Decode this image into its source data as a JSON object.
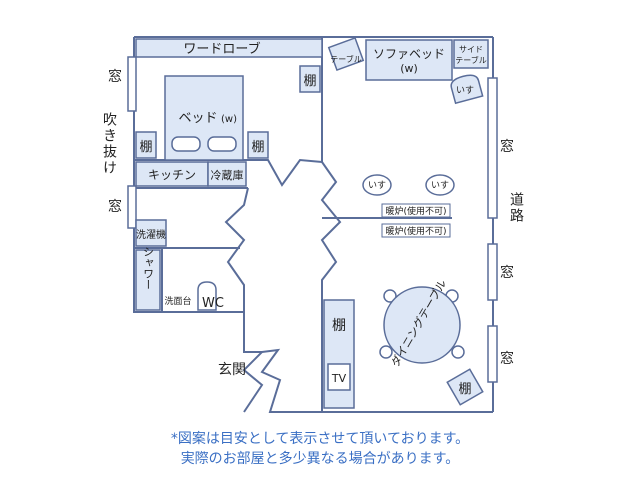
{
  "colors": {
    "wall": "#5a6d99",
    "fixture_fill": "#dde7f6",
    "window_fill": "#ffffff",
    "note": "#3a6fc4",
    "text": "#222222"
  },
  "labels": {
    "wardrobe": "ワードローブ",
    "sofa_bed": "ソファベッド",
    "sofa_bed_w": "(w)",
    "table_small": "テーブル",
    "side_table_1": "サイド",
    "side_table_2": "テーブル",
    "chair_sofa": "いす",
    "shelf_br_left": "棚",
    "bed": "ベッド",
    "bed_w": "(w)",
    "shelf_bed_left": "棚",
    "shelf_bed_right": "棚",
    "kitchen": "キッチン",
    "fridge": "冷蔵庫",
    "washer": "洗濯機",
    "shower": "シャワー",
    "wash_basin": "洗面台",
    "wc": "WC",
    "entrance": "玄関",
    "chair_1": "いす",
    "chair_2": "いす",
    "heater_1": "暖炉(使用不可)",
    "heater_2": "暖炉(使用不可)",
    "shelf_living": "棚",
    "tv": "TV",
    "dining_table": "ダイニングテーブル",
    "shelf_corner": "棚"
  },
  "side_labels": {
    "window_left_top": "窓",
    "atrium": "吹き抜け",
    "window_left_mid": "窓",
    "window_right_1": "窓",
    "road": "道路",
    "window_right_2": "窓",
    "window_right_3": "窓"
  },
  "note": {
    "line1": "*図案は目安として表示させて頂いております。",
    "line2": "実際のお部屋と多少異なる場合があります。"
  }
}
